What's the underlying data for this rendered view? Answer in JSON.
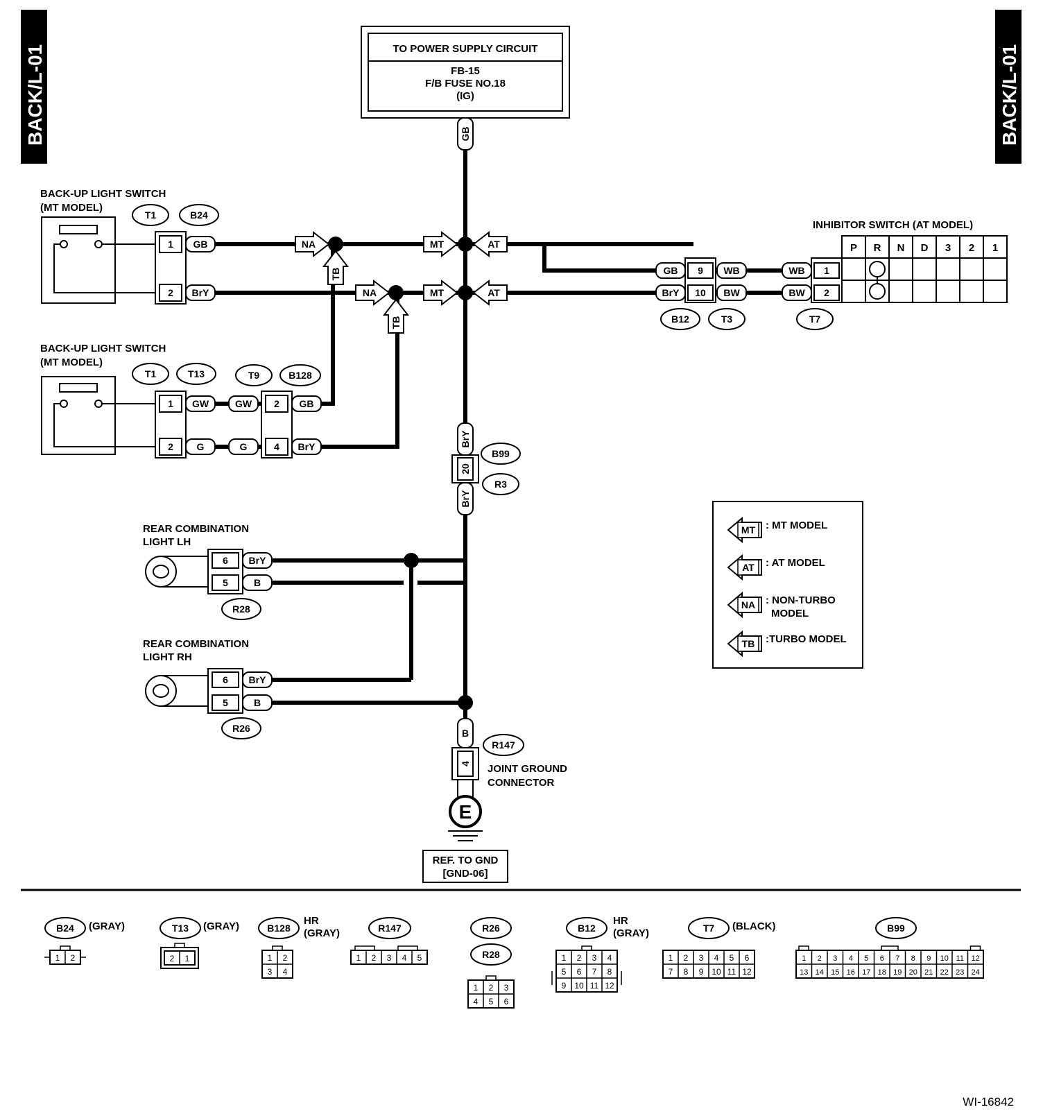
{
  "side_tabs": {
    "left": "BACK/L-01",
    "right": "BACK/L-01"
  },
  "power_box": {
    "title": "TO POWER SUPPLY CIRCUIT",
    "line1": "FB-15",
    "line2": "F/B FUSE NO.18",
    "line3": "(IG)"
  },
  "components": {
    "switch1": {
      "line1": "BACK-UP LIGHT SWITCH",
      "line2": "(MT MODEL)"
    },
    "switch2": {
      "line1": "BACK-UP LIGHT SWITCH",
      "line2": "(MT MODEL)"
    },
    "inhibitor": {
      "label": "INHIBITOR SWITCH (AT MODEL)",
      "positions": [
        "P",
        "R",
        "N",
        "D",
        "3",
        "2",
        "1"
      ]
    },
    "rear_lh": {
      "line1": "REAR COMBINATION",
      "line2": "LIGHT LH"
    },
    "rear_rh": {
      "line1": "REAR COMBINATION",
      "line2": "LIGHT RH"
    },
    "joint": {
      "line1": "JOINT GROUND",
      "line2": "CONNECTOR"
    },
    "ground": {
      "symbol": "E",
      "line1": "REF. TO GND",
      "line2": "[GND-06]"
    }
  },
  "connector_ids": {
    "T1a": "T1",
    "B24": "B24",
    "T1b": "T1",
    "T13": "T13",
    "T9": "T9",
    "B128": "B128",
    "B12": "B12",
    "T3": "T3",
    "T7": "T7",
    "B99": "B99",
    "R3": "R3",
    "R28": "R28",
    "R26": "R26",
    "R147": "R147"
  },
  "pins": {
    "s1_1": "1",
    "s1_2": "2",
    "s2_1": "1",
    "s2_2": "2",
    "b128_2": "2",
    "b128_4": "4",
    "b12_9": "9",
    "b12_10": "10",
    "t7_1": "1",
    "t7_2": "2",
    "b99_20": "20",
    "lh_6": "6",
    "lh_5": "5",
    "rh_6": "6",
    "rh_5": "5",
    "r147_4": "4"
  },
  "wire_colors": {
    "gb_top": "GB",
    "s1_gb": "GB",
    "s1_bry": "BrY",
    "s2_gw1": "GW",
    "s2_gw2": "GW",
    "s2_g1": "G",
    "s2_g2": "G",
    "b128_gb": "GB",
    "b128_bry": "BrY",
    "b12_gb": "GB",
    "b12_bry": "BrY",
    "t3_wb": "WB",
    "t3_bw": "BW",
    "t7_wb": "WB",
    "t7_bw": "BW",
    "b99_bry_top": "BrY",
    "b99_bry_bot": "BrY",
    "lh_bry": "BrY",
    "lh_b": "B",
    "rh_bry": "BrY",
    "rh_b": "B",
    "r147_b": "B"
  },
  "arrows": {
    "na1": "NA",
    "mt1": "MT",
    "at1": "AT",
    "tb1": "TB",
    "na2": "NA",
    "mt2": "MT",
    "at2": "AT",
    "tb2": "TB"
  },
  "legend": [
    {
      "code": "MT",
      "text": ": MT MODEL"
    },
    {
      "code": "AT",
      "text": ": AT MODEL"
    },
    {
      "code": "NA",
      "text": ": NON-TURBO",
      "text2": "MODEL"
    },
    {
      "code": "TB",
      "text": ":TURBO MODEL"
    }
  ],
  "bottom_connectors": {
    "B24": {
      "id": "B24",
      "note": "(GRAY)",
      "pins": [
        "1",
        "2"
      ]
    },
    "T13": {
      "id": "T13",
      "note": "(GRAY)",
      "pins": [
        "2",
        "1"
      ]
    },
    "B128": {
      "id": "B128",
      "note1": "HR",
      "note2": "(GRAY)",
      "pins": [
        "1",
        "2",
        "3",
        "4"
      ]
    },
    "R147": {
      "id": "R147",
      "pins": [
        "1",
        "2",
        "3",
        "4",
        "5"
      ]
    },
    "R26": {
      "id": "R26"
    },
    "R28": {
      "id": "R28",
      "pins": [
        "1",
        "2",
        "3",
        "4",
        "5",
        "6"
      ]
    },
    "B12": {
      "id": "B12",
      "note1": "HR",
      "note2": "(GRAY)",
      "pins": [
        "1",
        "2",
        "3",
        "4",
        "5",
        "6",
        "7",
        "8",
        "9",
        "10",
        "11",
        "12"
      ]
    },
    "T7": {
      "id": "T7",
      "note": "(BLACK)",
      "pins": [
        "1",
        "2",
        "3",
        "4",
        "5",
        "6",
        "7",
        "8",
        "9",
        "10",
        "11",
        "12"
      ]
    },
    "B99": {
      "id": "B99",
      "pins": [
        "1",
        "2",
        "3",
        "4",
        "5",
        "6",
        "7",
        "8",
        "9",
        "10",
        "11",
        "12",
        "13",
        "14",
        "15",
        "16",
        "17",
        "18",
        "19",
        "20",
        "21",
        "22",
        "23",
        "24"
      ]
    }
  },
  "figure_id": "WI-16842"
}
